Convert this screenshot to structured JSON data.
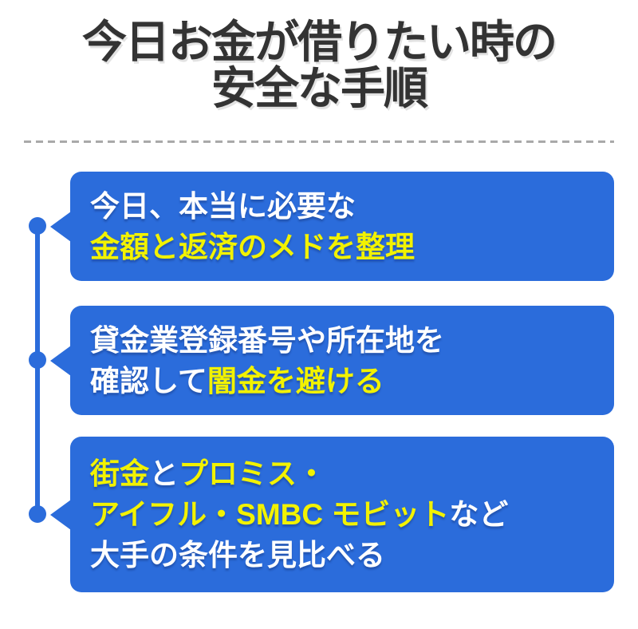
{
  "title": {
    "line1": "今日お金が借りたい時の",
    "line2": "安全な手順"
  },
  "steps": [
    {
      "lines": [
        {
          "segments": [
            {
              "text": "今日、本当に必要な",
              "highlight": false
            }
          ]
        },
        {
          "segments": [
            {
              "text": "金額と返済のメドを整理",
              "highlight": true
            }
          ]
        }
      ]
    },
    {
      "lines": [
        {
          "segments": [
            {
              "text": "貸金業登録番号や所在地を",
              "highlight": false
            }
          ]
        },
        {
          "segments": [
            {
              "text": "確認して",
              "highlight": false
            },
            {
              "text": "闇金を避ける",
              "highlight": true
            }
          ]
        }
      ]
    },
    {
      "lines": [
        {
          "segments": [
            {
              "text": "街金",
              "highlight": true
            },
            {
              "text": "と",
              "highlight": false
            },
            {
              "text": "プロミス・",
              "highlight": true
            }
          ]
        },
        {
          "segments": [
            {
              "text": "アイフル・SMBC モビット",
              "highlight": true
            },
            {
              "text": "など",
              "highlight": false
            }
          ]
        },
        {
          "segments": [
            {
              "text": "大手の条件を見比べる",
              "highlight": false
            }
          ]
        }
      ]
    }
  ],
  "colors": {
    "box_blue": "#2B6CDB",
    "highlight_yellow": "#F2F200",
    "title_ink": "#333333",
    "divider_gray": "#A9A9A9",
    "text_white": "#FFFFFF",
    "background": "#FFFFFF"
  }
}
